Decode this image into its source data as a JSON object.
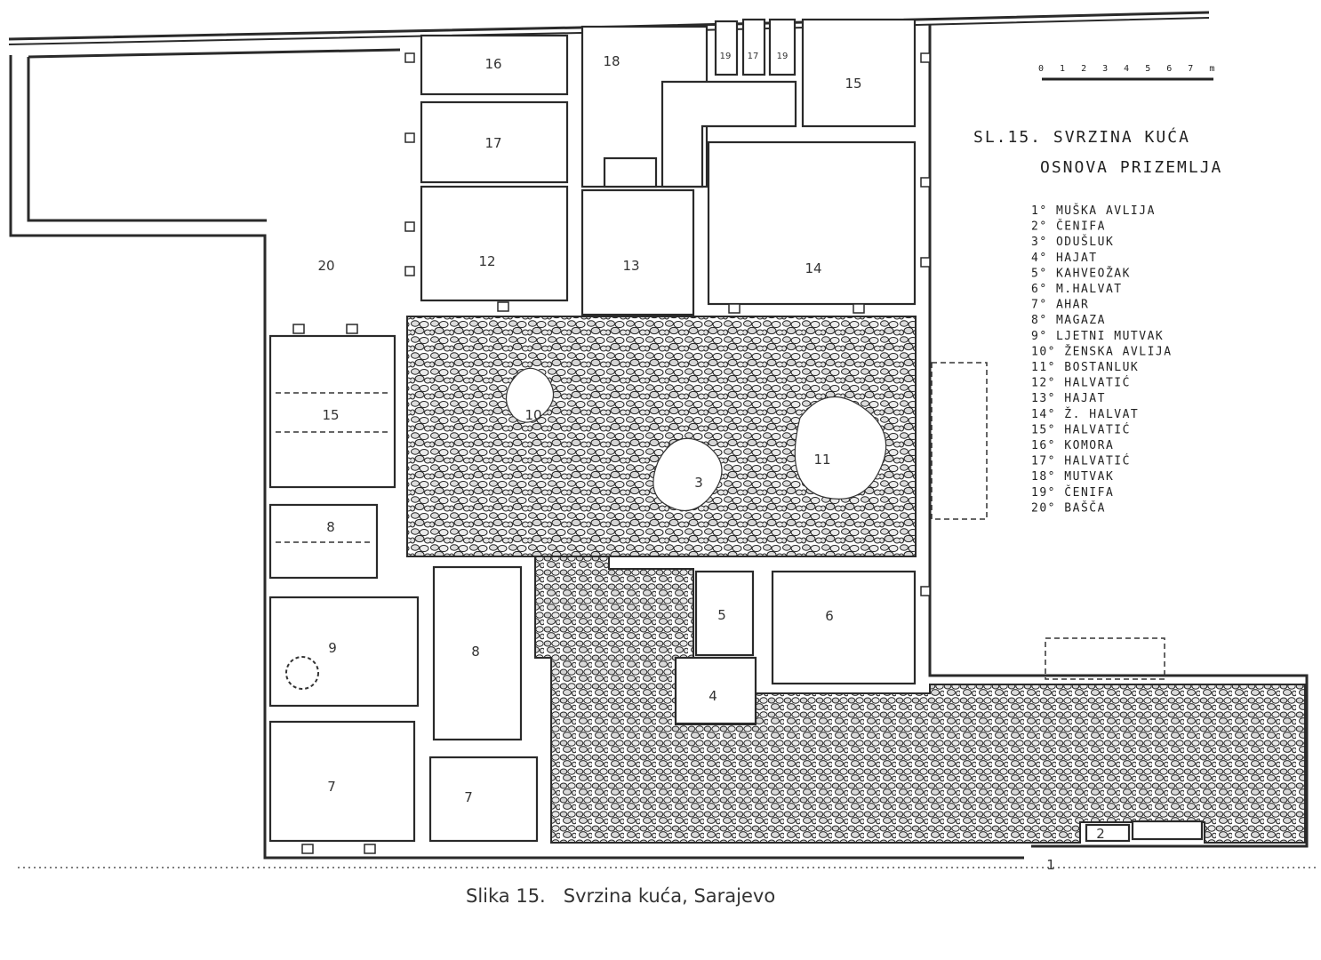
{
  "figure": {
    "caption": "Slika 15.   Svrzina kuća, Sarajevo",
    "sheet_title": "SL.15.  SVRZINA KUĆA",
    "sheet_subtitle": "OSNOVA PRIZEMLJA",
    "scale_label": "0 1 2 3 4 5 6 7 m"
  },
  "legend": [
    "1° MUŠKA AVLIJA",
    "2° ČENIFA",
    "3° ODUŠLUK",
    "4° HAJAT",
    "5° KAHVEOŽAK",
    "6° M.HALVAT",
    "7° AHAR",
    "8° MAGAZA",
    "9° LJETNI MUTVAK",
    "10° ŽENSKA AVLIJA",
    "11° BOSTANLUK",
    "12° HALVATIĆ",
    "13° HAJAT",
    "14° Ž. HALVAT",
    "15° HALVATIĆ",
    "16° KOMORA",
    "17° HALVATIĆ",
    "18° MUTVAK",
    "19° ČENIFA",
    "20° BAŠČA"
  ],
  "rooms": {
    "r20": "20",
    "r16a": "16",
    "r17": "17",
    "r12": "12",
    "r18": "18",
    "r19a": "19",
    "r17b": "17",
    "r19b": "19",
    "r13": "13",
    "r15": "15",
    "r14": "14",
    "r15b": "15",
    "r8a": "8",
    "r9": "9",
    "r8b": "8",
    "r7a": "7",
    "r7b": "7",
    "r5": "5",
    "r6": "6",
    "r4": "4",
    "r3": "3",
    "r2": "2",
    "r10": "10",
    "r11": "11",
    "r1": "1"
  },
  "colors": {
    "ink": "#2a2a2a",
    "paper": "#ffffff"
  }
}
